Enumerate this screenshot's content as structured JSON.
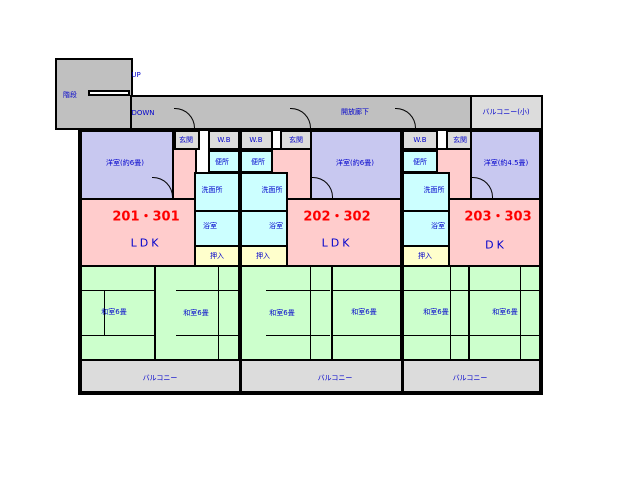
{
  "stairs": {
    "label": "階段",
    "up": "UP",
    "down": "DOWN"
  },
  "corridor": "開放廊下",
  "balcony_small": "バルコニー(小)",
  "units": [
    {
      "number": "201・301",
      "western": "洋室(約6畳)",
      "living": "LDK",
      "japanese": [
        "和室6畳",
        "和室6畳"
      ],
      "balcony": "バルコニー"
    },
    {
      "number": "202・302",
      "western": "洋室(約6畳)",
      "living": "LDK",
      "japanese": [
        "和室6畳",
        "和室6畳"
      ],
      "balcony": "バルコニー"
    },
    {
      "number": "203・303",
      "western": "洋室(約4.5畳)",
      "living": "DK",
      "japanese": [
        "和室6畳",
        "和室6畳"
      ],
      "balcony": "バルコニー"
    }
  ],
  "rooms": {
    "entrance": "玄関",
    "wb": "W.B",
    "toilet": "便所",
    "washroom": "洗面所",
    "bath": "浴室",
    "closet": "押入"
  }
}
